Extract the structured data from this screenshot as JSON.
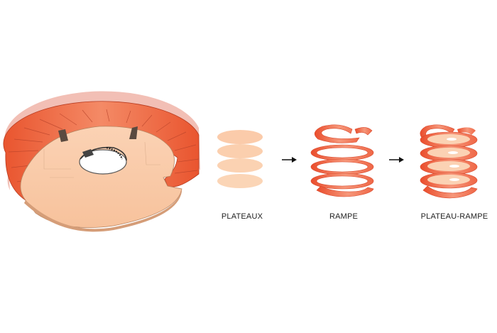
{
  "labels": {
    "plateaux": "PLATEAUX",
    "rampe": "RAMPE",
    "plateau_rampe": "PLATEAU-RAMPE"
  },
  "icons": {
    "arrow_1": "arrow-right-icon",
    "arrow_2": "arrow-right-icon"
  },
  "colors": {
    "disc_peach": "#f9c8a0",
    "disc_light": "#fbd7bb",
    "ramp_red": "#ef5a3a",
    "ramp_light": "#f9a78a",
    "ring_red": "#ec6c4c",
    "arrow": "#111111"
  }
}
